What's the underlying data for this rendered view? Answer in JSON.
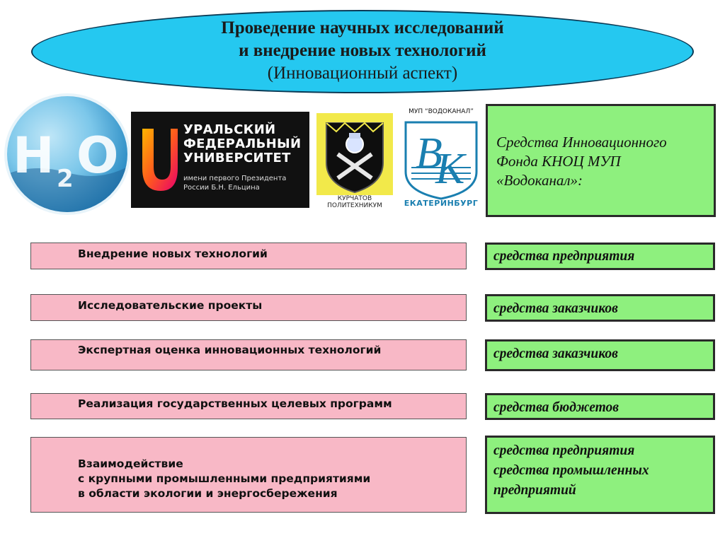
{
  "title": {
    "line1": "Проведение научных исследований",
    "line2": "и внедрение новых технологий",
    "line3": "(Инновационный аспект)"
  },
  "logos": {
    "h2o": "H2O",
    "urfu": {
      "line1": "УРАЛЬСКИЙ",
      "line2": "ФЕДЕРАЛЬНЫЙ",
      "line3": "УНИВЕРСИТЕТ",
      "sub1": "имени первого Президента",
      "sub2": "России Б.Н. Ельцина"
    },
    "crest": "КУРЧАТОВ ПОЛИТЕХНИКУМ",
    "vodokanal": {
      "top": "МУП “ВОДОКАНАЛ”",
      "bottom": "ЕКАТЕРИНБУРГ"
    }
  },
  "fund": {
    "line1": "Средства Инновационного",
    "line2": "Фонда КНОЦ МУП",
    "line3": "«Водоканал»:"
  },
  "rows": [
    {
      "activity": [
        "Внедрение новых технологий"
      ],
      "funding": [
        "средства предприятия"
      ]
    },
    {
      "activity": [
        "Исследовательские проекты"
      ],
      "funding": [
        "средства заказчиков"
      ]
    },
    {
      "activity": [
        "Экспертная оценка инновационных технологий"
      ],
      "funding": [
        "средства заказчиков"
      ]
    },
    {
      "activity": [
        "Реализация государственных целевых программ"
      ],
      "funding": [
        "средства бюджетов"
      ]
    },
    {
      "activity": [
        "Взаимодействие",
        "с крупными промышленными предприятиями",
        "в области экологии и энергосбережения"
      ],
      "funding": [
        "средства предприятия",
        "средства промышленных",
        "предприятий"
      ]
    }
  ],
  "colors": {
    "ellipse": "#25c8f0",
    "pink": "#f8b8c6",
    "green": "#8ef07e"
  }
}
